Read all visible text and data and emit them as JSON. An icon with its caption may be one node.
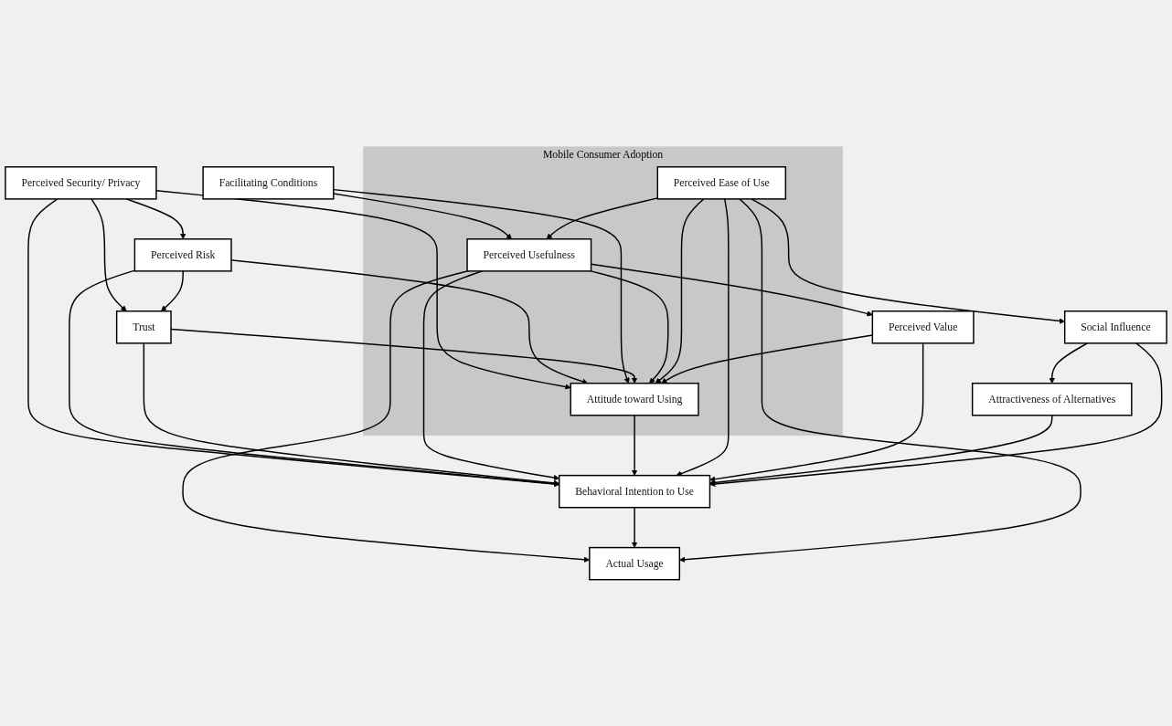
{
  "diagram": {
    "nodes": [
      {
        "text": [
          "Perceived Security/ Privacy"
        ]
      },
      {
        "text": [
          "Perceived Risk"
        ]
      },
      {
        "text": [
          "Facilitating Conditions"
        ]
      },
      {
        "text": [
          "Trust"
        ]
      },
      {
        "text": [
          "Mobile Consumer Adoption"
        ]
      },
      {
        "text": [
          "Perceived Usefulness"
        ],
        "in": 4
      },
      {
        "text": [
          "Attitude toward Using"
        ],
        "in": 4
      },
      {
        "text": [
          "Behavioral Intention to Use"
        ]
      },
      {
        "text": [
          "Actual Usage"
        ]
      },
      {
        "text": [
          "Perceived Value"
        ]
      },
      {
        "text": [
          "Attractiveness of Alternatives"
        ]
      },
      {
        "text": [
          "Perceived Ease of Use"
        ],
        "in": 4
      },
      {
        "text": [
          "Social Influence"
        ]
      }
    ],
    "edges": [
      {
        "from": 0,
        "to": 1,
        "arrow": "to"
      },
      {
        "from": 0,
        "to": 3,
        "arrow": "to"
      },
      {
        "from": 0,
        "to": 6,
        "arrow": "to"
      },
      {
        "from": 0,
        "to": 7,
        "arrow": "to"
      },
      {
        "from": 1,
        "to": 3,
        "arrow": "to"
      },
      {
        "from": 1,
        "to": 6,
        "arrow": "to"
      },
      {
        "from": 1,
        "to": 7,
        "arrow": "to"
      },
      {
        "from": 2,
        "to": 5,
        "arrow": "to"
      },
      {
        "from": 2,
        "to": 6,
        "arrow": "to"
      },
      {
        "from": 3,
        "to": 6,
        "arrow": "to"
      },
      {
        "from": 3,
        "to": 7,
        "arrow": "to"
      },
      {
        "from": 5,
        "to": 7,
        "arrow": "to"
      },
      {
        "from": 5,
        "to": 8,
        "arrow": "to"
      },
      {
        "from": 5,
        "to": 6,
        "arrow": "to"
      },
      {
        "from": 5,
        "to": 9,
        "arrow": "to"
      },
      {
        "from": 6,
        "to": 7,
        "arrow": "to"
      },
      {
        "from": 7,
        "to": 8,
        "arrow": "to"
      },
      {
        "from": 11,
        "to": 5,
        "arrow": "to"
      },
      {
        "from": 11,
        "to": 6,
        "arrow": "to"
      },
      {
        "from": 11,
        "to": 7,
        "arrow": "to"
      },
      {
        "from": 11,
        "to": 12,
        "arrow": "to"
      },
      {
        "from": 11,
        "to": 8,
        "arrow": "to"
      },
      {
        "from": 9,
        "to": 6,
        "arrow": "to"
      },
      {
        "from": 9,
        "to": 7,
        "arrow": "to"
      },
      {
        "from": 10,
        "to": 7,
        "arrow": "to"
      },
      {
        "from": 12,
        "to": 7,
        "arrow": "to"
      },
      {
        "from": 12,
        "to": 10,
        "arrow": "to"
      }
    ]
  }
}
